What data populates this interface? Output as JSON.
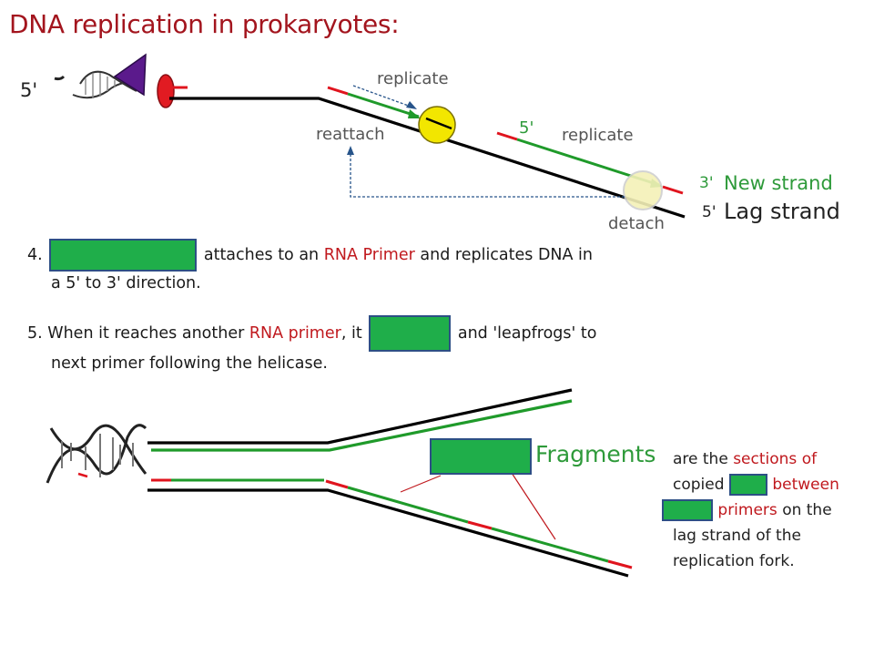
{
  "title": "DNA replication in prokaryotes:",
  "top_diagram": {
    "label_5prime_left": "5'",
    "label_replicate_1": "replicate",
    "label_reattach": "reattach",
    "label_5prime_mid": "5'",
    "label_replicate_2": "replicate",
    "label_3prime": "3'",
    "label_new_strand": "New strand",
    "label_5prime_lag": "5'",
    "label_lag_strand": "Lag strand",
    "label_detach": "detach"
  },
  "step4": {
    "number": "4.",
    "text_a": "attaches to an",
    "rna_primer": "RNA Primer",
    "text_b": "and replicates DNA in",
    "text_c": "a 5' to 3' direction."
  },
  "step5": {
    "number": "5.",
    "text_a": "When it reaches another",
    "rna_primer": "RNA primer",
    "text_b": ", it",
    "text_c": "and 'leapfrogs' to",
    "text_d": "next  primer following the helicase."
  },
  "bottom_diagram": {
    "fragments_label": "Fragments",
    "desc_1": "are the",
    "desc_sections": "sections of",
    "desc_copied": "copied",
    "desc_between": "between",
    "desc_primers": "primers",
    "desc_on_the": "on the",
    "desc_line4": "lag strand of the",
    "desc_line5": "replication fork."
  },
  "colors": {
    "title": "#a3151e",
    "strand": "#000000",
    "new_strand": "#1f9a2a",
    "primer": "#e0141e",
    "polymerase": "#f2e600",
    "helicase": "#5b1a8c",
    "blank_box": "#1fae4a"
  }
}
